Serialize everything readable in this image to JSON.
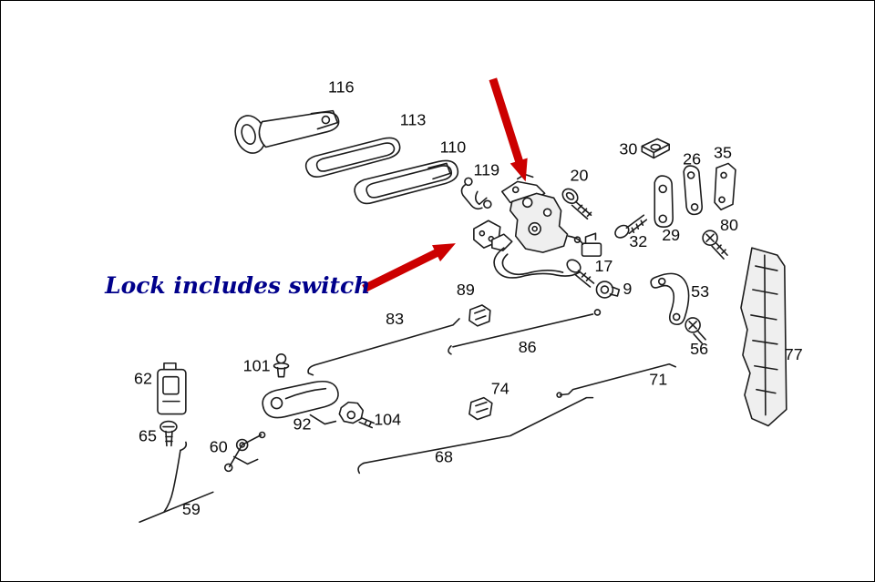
{
  "diagram": {
    "annotation": {
      "text": "Lock includes switch",
      "color": "#00008b"
    },
    "arrow_color": "#cc0000",
    "parts": [
      {
        "label": "116"
      },
      {
        "label": "113"
      },
      {
        "label": "110"
      },
      {
        "label": "119"
      },
      {
        "label": "20"
      },
      {
        "label": "30"
      },
      {
        "label": "26"
      },
      {
        "label": "35"
      },
      {
        "label": "32"
      },
      {
        "label": "29"
      },
      {
        "label": "80"
      },
      {
        "label": "17"
      },
      {
        "label": "9"
      },
      {
        "label": "89"
      },
      {
        "label": "53"
      },
      {
        "label": "56"
      },
      {
        "label": "77"
      },
      {
        "label": "83"
      },
      {
        "label": "86"
      },
      {
        "label": "101"
      },
      {
        "label": "71"
      },
      {
        "label": "74"
      },
      {
        "label": "62"
      },
      {
        "label": "92"
      },
      {
        "label": "104"
      },
      {
        "label": "65"
      },
      {
        "label": "60"
      },
      {
        "label": "68"
      },
      {
        "label": "59"
      }
    ]
  }
}
